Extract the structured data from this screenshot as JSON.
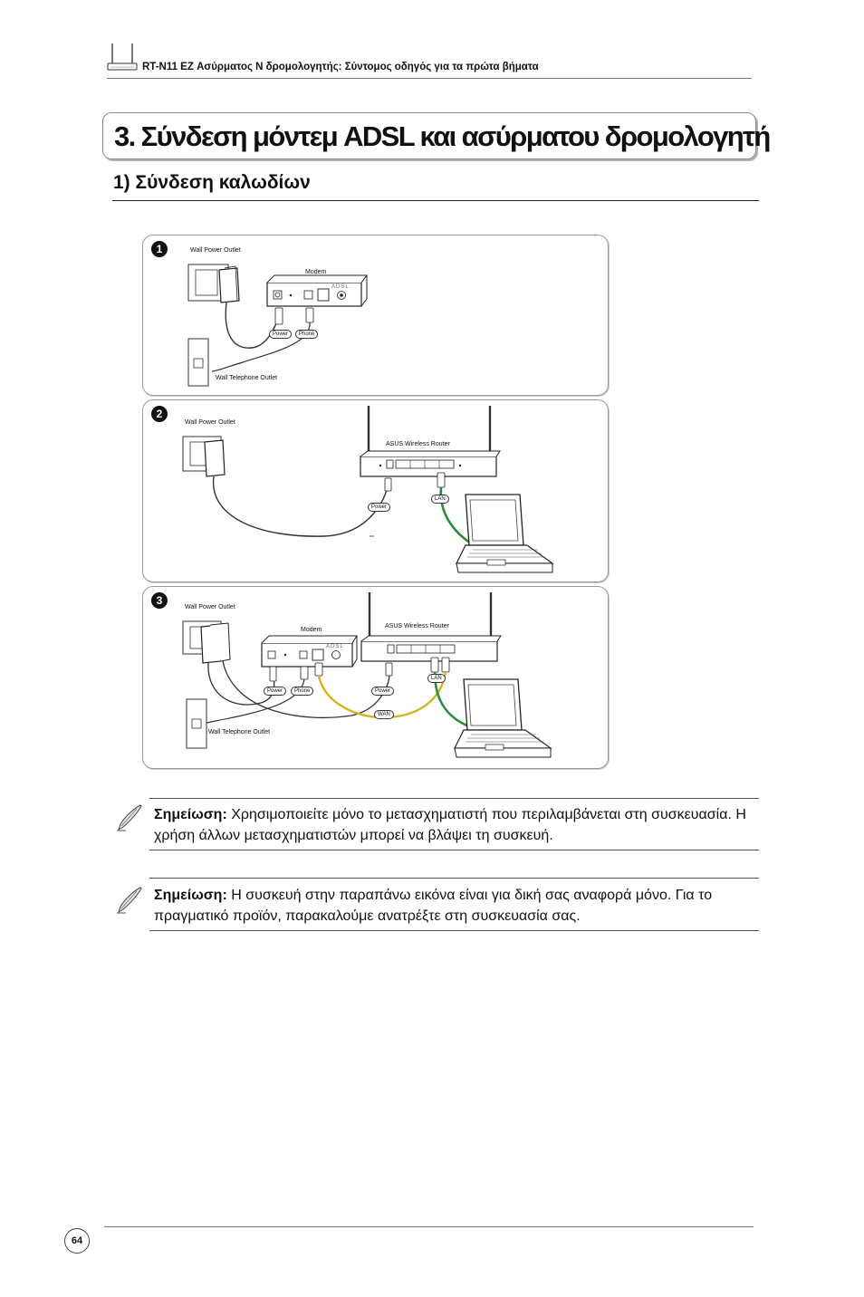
{
  "header": {
    "text": "RT-N11 EZ Ασύρματος N δρομολογητής: Σύντομος οδηγός για τα πρώτα βήματα",
    "icon": "router-icon"
  },
  "title": "3. Σύνδεση μόντεμ ADSL και ασύρματου δρομολογητή",
  "subtitle": "1) Σύνδεση καλωδίων",
  "diagram": {
    "panels": [
      {
        "number": "1",
        "labels": {
          "wall_power_outlet": "Wall Power Outlet",
          "modem": "Modem",
          "modem_brand": "ADSL",
          "power": "Power",
          "phone": "Phone",
          "wall_telephone_outlet": "Wall Telephone Outlet"
        }
      },
      {
        "number": "2",
        "labels": {
          "wall_power_outlet": "Wall Power Outlet",
          "router": "ASUS Wireless Router",
          "power": "Power",
          "lan": "LAN"
        }
      },
      {
        "number": "3",
        "labels": {
          "wall_power_outlet": "Wall Power Outlet",
          "modem": "Modem",
          "modem_brand": "ADSL",
          "router": "ASUS Wireless Router",
          "power_modem": "Power",
          "phone": "Phone",
          "power_router": "Power",
          "lan": "LAN",
          "wan": "WAN",
          "wall_telephone_outlet": "Wall Telephone Outlet"
        }
      }
    ],
    "colors": {
      "lan_cable": "#2e8b3a",
      "wan_cable": "#d4b418"
    }
  },
  "notes": [
    {
      "label": "Σημείωση:",
      "text": " Χρησιμοποιείτε μόνο το μετασχηματιστή που περιλαμβάνεται στη συσκευασία. Η χρήση άλλων μετασχηματιστών μπορεί να βλάψει τη συσκευή.",
      "icon": "pen-icon"
    },
    {
      "label": "Σημείωση:",
      "text": " Η συσκευή στην παραπάνω εικόνα είναι για δική σας αναφορά μόνο. Για το πραγματικό προϊόν, παρακαλούμε ανατρέξτε στη συσκευασία σας.",
      "icon": "pen-icon"
    }
  ],
  "page_number": "64"
}
